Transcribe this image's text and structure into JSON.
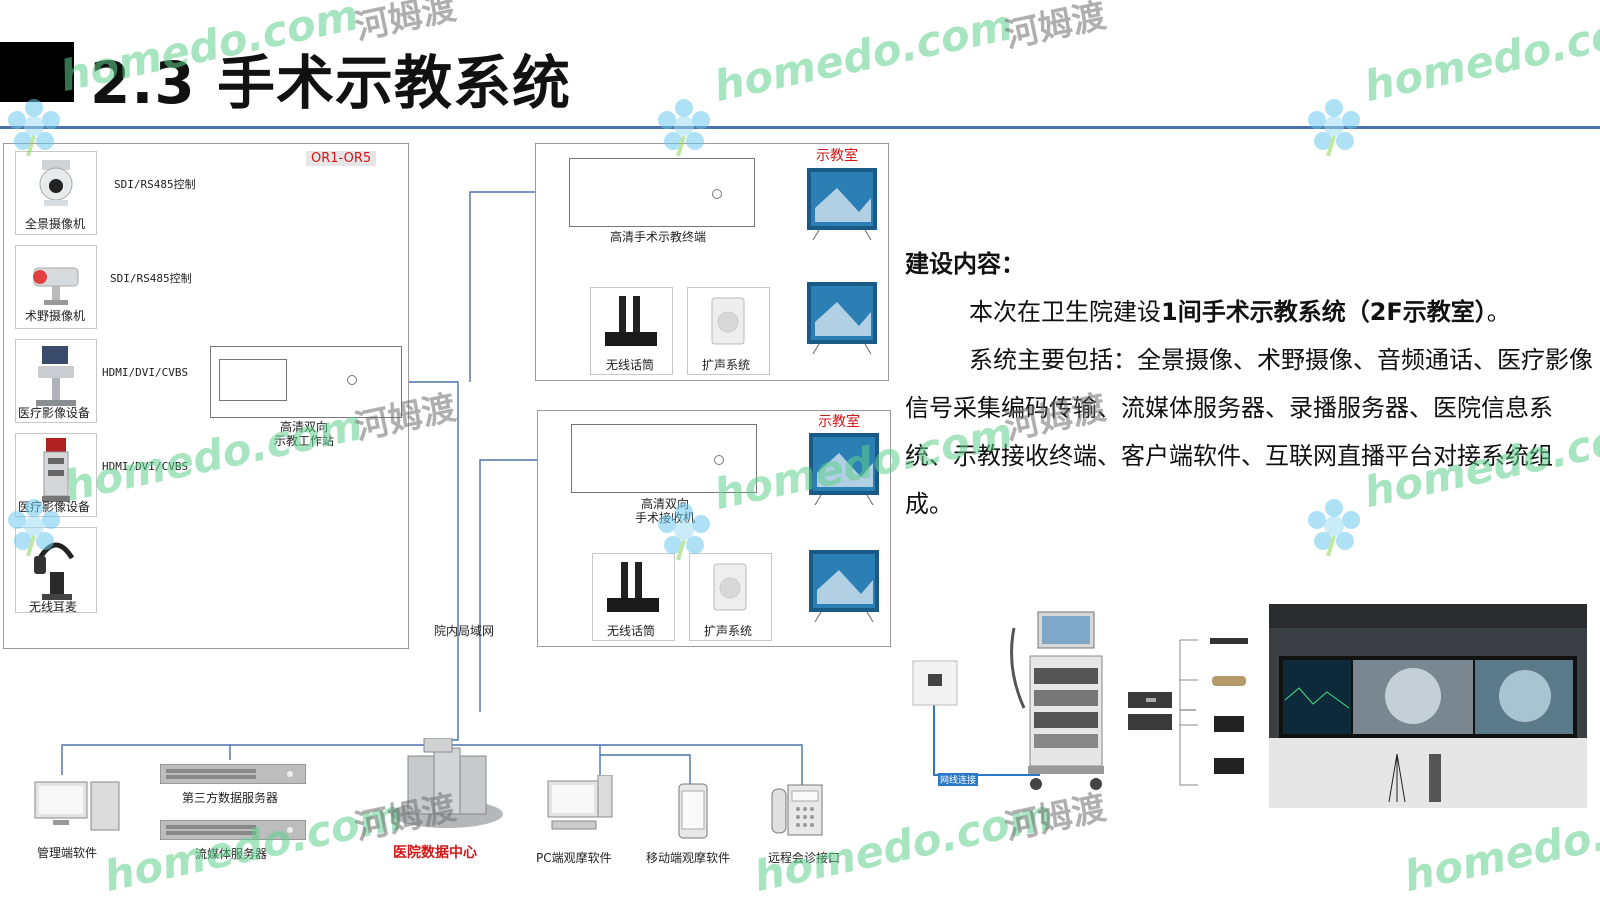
{
  "title": "2.3 手术示教系统",
  "panels": {
    "or_label": "OR1-OR5",
    "classroom_label_1": "示教室",
    "classroom_label_2": "示教室"
  },
  "devices": {
    "panoramic_camera": "全景摄像机",
    "field_camera": "术野摄像机",
    "medical_imaging_1": "医疗影像设备",
    "medical_imaging_2": "医疗影像设备",
    "wireless_headset": "无线耳麦",
    "workstation": "高清双向\n示教工作站",
    "teaching_terminal": "高清手术示教终端",
    "receiver": "高清双向\n手术接收机",
    "wireless_mic_1": "无线话筒",
    "speaker_1": "扩声系统",
    "wireless_mic_2": "无线话筒",
    "speaker_2": "扩声系统",
    "lan": "院内局域网",
    "mgmt_software": "管理端软件",
    "third_party_server": "第三方数据服务器",
    "streaming_server": "流媒体服务器",
    "data_center": "医院数据中心",
    "pc_software": "PC端观摩软件",
    "mobile_software": "移动端观摩软件",
    "remote_interface": "远程会诊接口",
    "cable_label": "网线连接"
  },
  "signals": {
    "s1": "SDI/RS485控制",
    "s2": "SDI/RS485控制",
    "s3": "HDMI/DVI/CVBS",
    "s4": "HDMI/DVI/CVBS"
  },
  "content": {
    "heading": "建设内容：",
    "p1_prefix": "本次在卫生院建设",
    "p1_bold": "1间手术示教系统（2F示教室）",
    "p1_suffix": "。",
    "p2": "系统主要包括：全景摄像、术野摄像、音频通话、医疗影像信号采集编码传输、流媒体服务器、录播服务器、医院信息系统、示教接收终端、客户端软件、互联网直播平台对接系统组成。"
  },
  "watermark": {
    "latin": "homedo.com",
    "cn": "河姆渡"
  },
  "colors": {
    "accent_rule": "#4a72a8",
    "connector": "#4a72a8",
    "red_label": "#d01818"
  }
}
